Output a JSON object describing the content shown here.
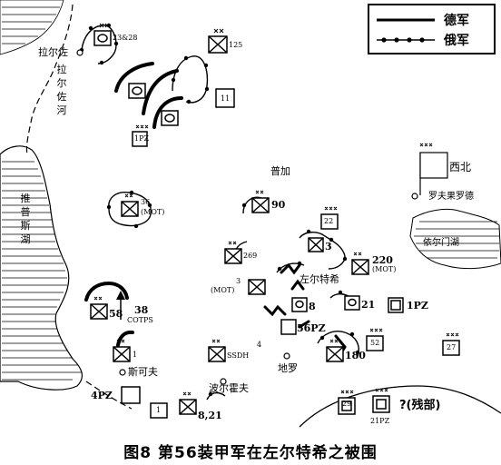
{
  "legend": {
    "german": "德军",
    "soviet": "俄军"
  },
  "places": {
    "lovat_town": "拉尔佐",
    "lovat_river": "拉尔佐河",
    "ilmen_lake": "推普斯湖",
    "dno": "普加",
    "northwest_front": "西北",
    "demyansk": "罗夫果罗德",
    "seliger": "依尔门湖",
    "soltsy": "左尔特希",
    "staraya": "斯可夫",
    "porkhov": "波尔霍夫",
    "dino": "地罗"
  },
  "units": {
    "u_23_28": "23&28",
    "u_125": "125",
    "u_11": "11",
    "u_1pz_top": "1PZ",
    "u_36": "36",
    "u_36_mot": "(MOT)",
    "u_90": "90",
    "u_22": "22",
    "u_3": "3",
    "u_269": "269",
    "u_220": "220",
    "u_220_mot": "(MOT)",
    "u_3b": "3",
    "u_3b_mot": "(MOT)",
    "u_8": "8",
    "u_21": "21",
    "u_1pz_right": "1PZ",
    "u_38": "38",
    "u_cotps": "COTPS",
    "u_58": "58",
    "u_56pz": "56PZ",
    "u_1": "1",
    "u_ssdh": "SSDH",
    "u_4": "4",
    "u_52": "52",
    "u_180": "180",
    "u_27": "27",
    "u_4pz": "4PZ",
    "u_1b": "1",
    "u_8_21": "8,21",
    "u_29": "29",
    "u_21pz": "21PZ",
    "u_remnant": "?(残部)"
  },
  "caption": "图8 第56装甲军在左尔特希之被围"
}
